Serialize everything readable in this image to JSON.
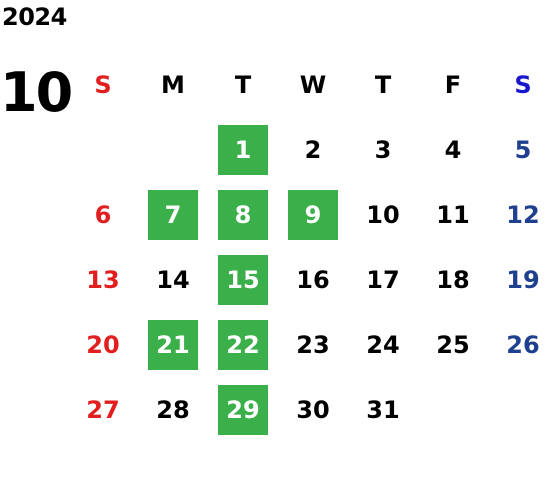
{
  "calendar": {
    "year": "2024",
    "month": "10",
    "weekdays": [
      "S",
      "M",
      "T",
      "W",
      "T",
      "F",
      "S"
    ],
    "colors": {
      "sunday": "#e21f1f",
      "saturday": "#1f3f8f",
      "saturday_header": "#1717cc",
      "highlight": "#3bb04a",
      "text": "#000000"
    },
    "weeks": [
      [
        {
          "day": "",
          "highlight": false
        },
        {
          "day": "",
          "highlight": false
        },
        {
          "day": "1",
          "highlight": true
        },
        {
          "day": "2",
          "highlight": false
        },
        {
          "day": "3",
          "highlight": false
        },
        {
          "day": "4",
          "highlight": false
        },
        {
          "day": "5",
          "highlight": false
        }
      ],
      [
        {
          "day": "6",
          "highlight": false
        },
        {
          "day": "7",
          "highlight": true
        },
        {
          "day": "8",
          "highlight": true
        },
        {
          "day": "9",
          "highlight": true
        },
        {
          "day": "10",
          "highlight": false
        },
        {
          "day": "11",
          "highlight": false
        },
        {
          "day": "12",
          "highlight": false
        }
      ],
      [
        {
          "day": "13",
          "highlight": false
        },
        {
          "day": "14",
          "highlight": false
        },
        {
          "day": "15",
          "highlight": true
        },
        {
          "day": "16",
          "highlight": false
        },
        {
          "day": "17",
          "highlight": false
        },
        {
          "day": "18",
          "highlight": false
        },
        {
          "day": "19",
          "highlight": false
        }
      ],
      [
        {
          "day": "20",
          "highlight": false
        },
        {
          "day": "21",
          "highlight": true
        },
        {
          "day": "22",
          "highlight": true
        },
        {
          "day": "23",
          "highlight": false
        },
        {
          "day": "24",
          "highlight": false
        },
        {
          "day": "25",
          "highlight": false
        },
        {
          "day": "26",
          "highlight": false
        }
      ],
      [
        {
          "day": "27",
          "highlight": false
        },
        {
          "day": "28",
          "highlight": false
        },
        {
          "day": "29",
          "highlight": true
        },
        {
          "day": "30",
          "highlight": false
        },
        {
          "day": "31",
          "highlight": false
        },
        {
          "day": "",
          "highlight": false
        },
        {
          "day": "",
          "highlight": false
        }
      ]
    ]
  }
}
